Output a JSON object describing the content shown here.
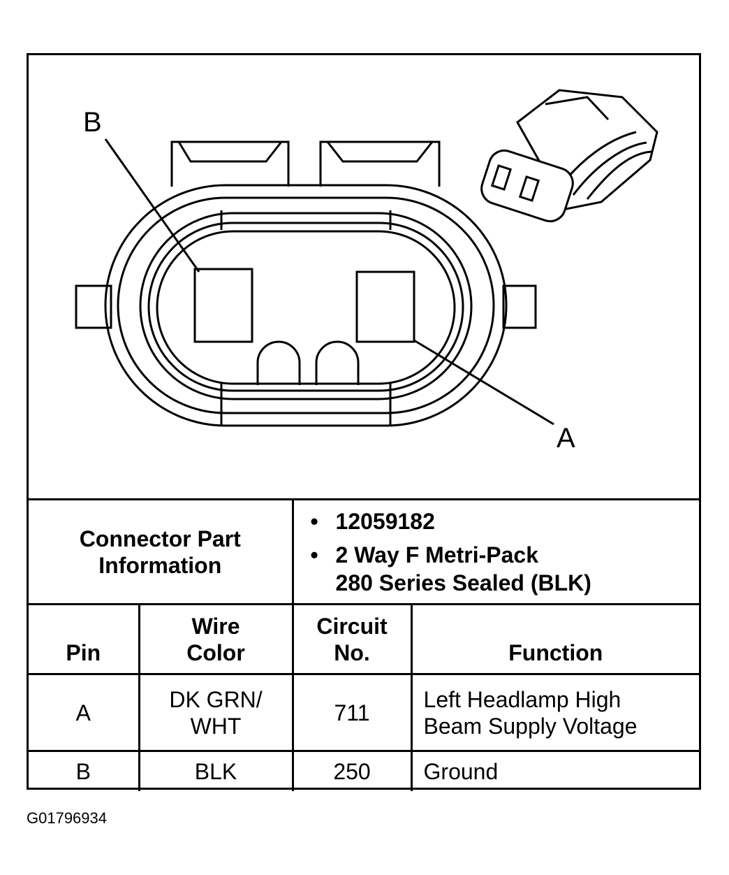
{
  "callouts": {
    "pin_b": "B",
    "pin_a": "A"
  },
  "connector_info": {
    "label_line1": "Connector Part",
    "label_line2": "Information",
    "bullet_symbol": "•",
    "part_number": "12059182",
    "description_line1": "2 Way F Metri-Pack",
    "description_line2": "280 Series Sealed (BLK)"
  },
  "table": {
    "headers": {
      "pin": "Pin",
      "wire_color_line1": "Wire",
      "wire_color_line2": "Color",
      "circuit_line1": "Circuit",
      "circuit_line2": "No.",
      "function": "Function"
    },
    "rows": [
      {
        "pin": "A",
        "wire_line1": "DK GRN/",
        "wire_line2": "WHT",
        "circuit": "711",
        "function_line1": "Left Headlamp High",
        "function_line2": "Beam Supply Voltage"
      },
      {
        "pin": "B",
        "wire_line1": "BLK",
        "wire_line2": "",
        "circuit": "250",
        "function_line1": "Ground",
        "function_line2": ""
      }
    ]
  },
  "figure_code": "G01796934"
}
